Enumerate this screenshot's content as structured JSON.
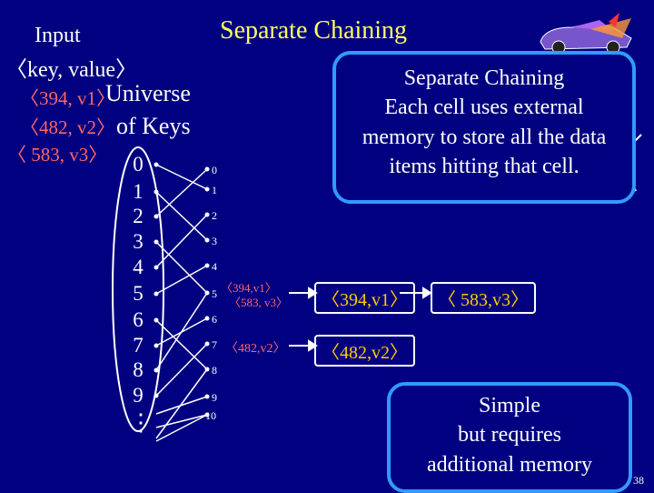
{
  "title": "Separate Chaining",
  "left": {
    "input_label": "Input",
    "pair_label": "〈key, value〉",
    "pairs": [
      "〈394, v1〉",
      "〈482, v2〉",
      "〈 583, v3〉"
    ],
    "universe_line1": "Universe",
    "universe_line2": "of Keys",
    "digits": [
      "0",
      "1",
      "2",
      "3",
      "4",
      "5",
      "6",
      "7",
      "8",
      "9"
    ],
    "ellipsis": "⋮"
  },
  "table": {
    "slots": [
      "0",
      "1",
      "2",
      "3",
      "4",
      "5",
      "6",
      "7",
      "8",
      "9",
      "10"
    ],
    "slot5_a": "〈394,v1〉",
    "slot5_b": "〈583, v3〉",
    "slot7": "〈482,v2〉"
  },
  "chain": {
    "n1": "〈394,v1〉",
    "n2": "〈 583,v3〉",
    "n3": "〈482,v2〉"
  },
  "callout_top": {
    "line1": "Separate Chaining",
    "line2": "Each cell uses external",
    "line3": "memory to store all the data",
    "line4": "items hitting that cell."
  },
  "callout_bottom": {
    "line1": "Simple",
    "line2": "but requires",
    "line3": "additional memory"
  },
  "slide_number": "38",
  "colors": {
    "background": "#000080",
    "title": "#ffff66",
    "red": "#ff6666",
    "accent": "#3399ff"
  }
}
